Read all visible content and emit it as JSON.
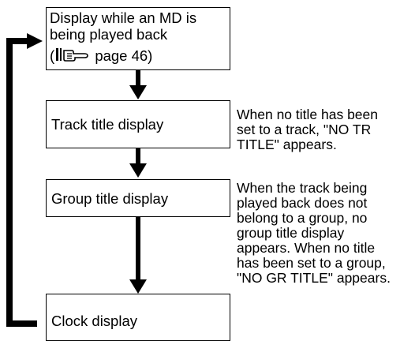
{
  "boxes": {
    "playback": {
      "line1": "Display while an MD is",
      "line2": "being played back",
      "ref_open": "(",
      "ref_text": "page 46)",
      "ref_icon": "hand-pointer-icon"
    },
    "track": {
      "label": "Track title display"
    },
    "group": {
      "label": "Group title display"
    },
    "clock": {
      "label": "Clock display"
    }
  },
  "notes": {
    "track": [
      "When no title has been",
      "set to a track, \"NO TR",
      "TITLE\" appears."
    ],
    "group": [
      "When the track being",
      "played back does not",
      "belong to a group, no",
      "group title display",
      "appears. When no title",
      "has been set to a group,",
      "\"NO GR TITLE\" appears."
    ]
  }
}
